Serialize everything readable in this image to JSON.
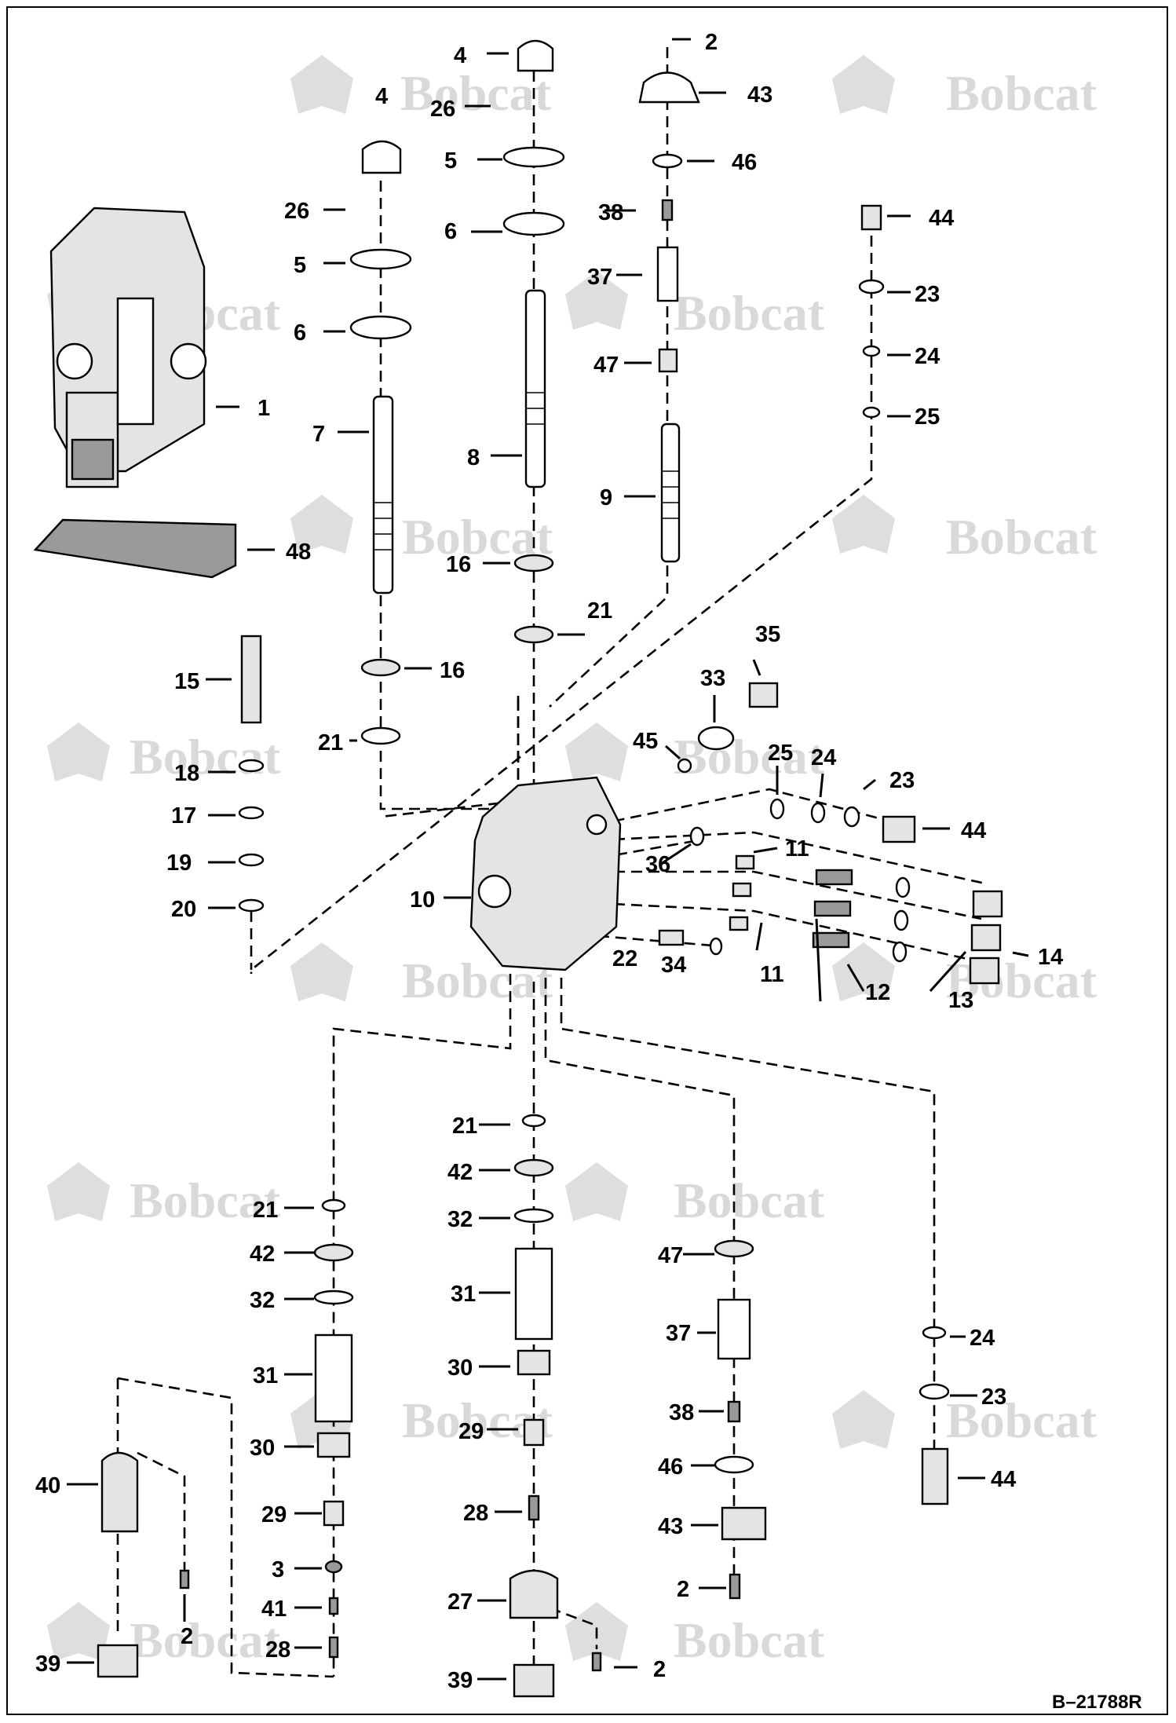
{
  "watermark": {
    "text": "Bobcat"
  },
  "figure_code": "B–21788R",
  "labels": [
    "1",
    "2",
    "3",
    "4",
    "5",
    "6",
    "7",
    "8",
    "9",
    "10",
    "11",
    "12",
    "13",
    "14",
    "15",
    "16",
    "17",
    "18",
    "19",
    "20",
    "21",
    "22",
    "23",
    "24",
    "25",
    "26",
    "27",
    "28",
    "29",
    "30",
    "31",
    "32",
    "33",
    "34",
    "35",
    "36",
    "37",
    "38",
    "39",
    "40",
    "41",
    "42",
    "43",
    "44",
    "45",
    "46",
    "47",
    "48"
  ],
  "colors": {
    "ink": "#000000",
    "watermark": "#d9d9d9",
    "background": "#ffffff"
  }
}
